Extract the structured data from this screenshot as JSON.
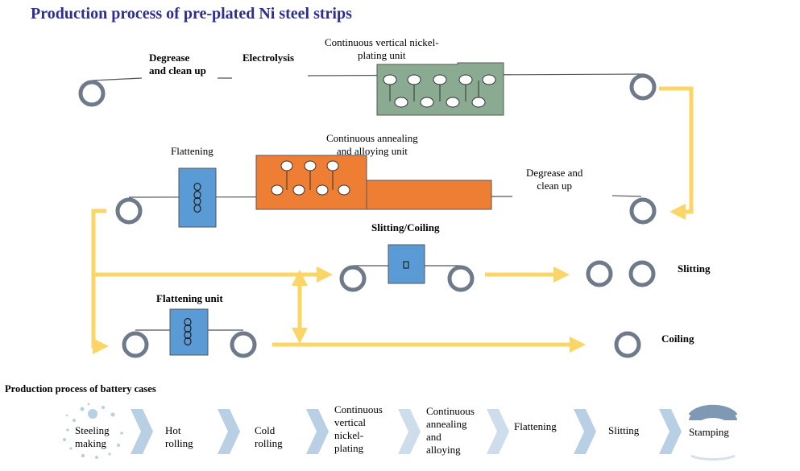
{
  "title": "Production process of pre-plated Ni steel strips",
  "labels": {
    "degrease_top": [
      "Degrease",
      "and clean up"
    ],
    "electrolysis": "Electrolysis",
    "nickel_unit": [
      "Continuous vertical nickel-",
      "plating unit"
    ],
    "flattening": "Flattening",
    "annealing_unit": [
      "Continuous annealing",
      "and alloying unit"
    ],
    "degrease_right": [
      "Degrease and",
      "clean up"
    ],
    "slitting_coiling": "Slitting/Coiling",
    "slitting": "Slitting",
    "flattening_unit": "Flattening unit",
    "coiling": "Coiling"
  },
  "battery": {
    "title": "Production process of battery cases",
    "steps": [
      [
        "Steeling",
        "making"
      ],
      [
        "Hot",
        "rolling"
      ],
      [
        "Cold",
        "rolling"
      ],
      [
        "Continuous",
        "vertical",
        "nickel-",
        "plating"
      ],
      [
        "Continuous",
        "annealing",
        "and",
        "alloying"
      ],
      [
        "Flattening"
      ],
      [
        "Slitting"
      ],
      [
        "Stamping"
      ]
    ]
  },
  "colors": {
    "title": "#2d2f8f",
    "nickel_tank": "#8aab91",
    "annealing_furnace": "#ef7e35",
    "unit_blue": "#5b9bd5",
    "roll": "#9aa4b2",
    "flow_arrow": "#fbd565",
    "chevron": "#b9cfe4"
  }
}
